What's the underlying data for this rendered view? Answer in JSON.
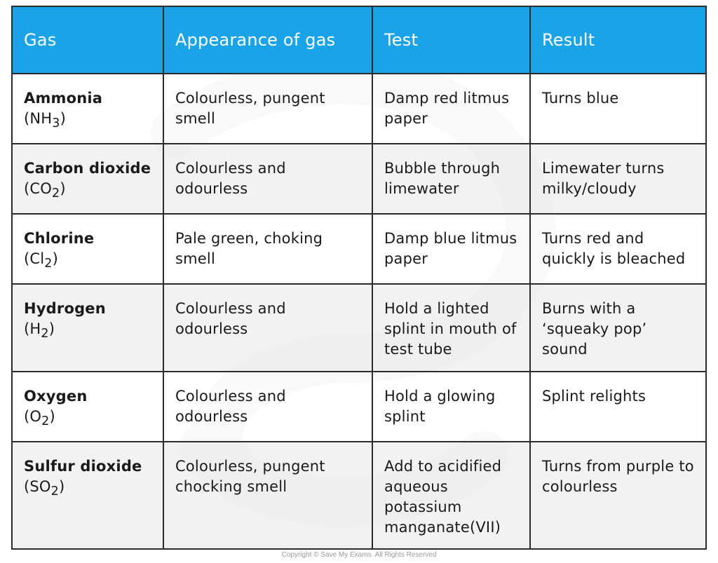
{
  "table": {
    "headers": [
      "Gas",
      "Appearance of gas",
      "Test",
      "Result"
    ],
    "rows": [
      {
        "gas": "Ammonia",
        "formula_base": "(NH",
        "formula_sub": "3",
        "formula_end": ")",
        "appearance": "Colourless, pungent smell",
        "test": "Damp red litmus paper",
        "result": "Turns blue"
      },
      {
        "gas": "Carbon dioxide",
        "formula_base": "(CO",
        "formula_sub": "2",
        "formula_end": ")",
        "appearance": "Colourless and odourless",
        "test": "Bubble through limewater",
        "result": "Limewater turns milky/cloudy"
      },
      {
        "gas": "Chlorine",
        "formula_base": "(Cl",
        "formula_sub": "2",
        "formula_end": ")",
        "appearance": "Pale green, choking smell",
        "test": "Damp blue litmus paper",
        "result": "Turns red and quickly is bleached"
      },
      {
        "gas": "Hydrogen",
        "formula_base": "(H",
        "formula_sub": "2",
        "formula_end": ")",
        "appearance": "Colourless and odourless",
        "test": "Hold a lighted splint in mouth of test tube",
        "result": "Burns with a ‘squeaky pop’ sound"
      },
      {
        "gas": "Oxygen",
        "formula_base": "(O",
        "formula_sub": "2",
        "formula_end": ")",
        "appearance": "Colourless and odourless",
        "test": "Hold a glowing splint",
        "result": "Splint relights"
      },
      {
        "gas": "Sulfur dioxide",
        "formula_base": "(SO",
        "formula_sub": "2",
        "formula_end": ")",
        "appearance": "Colourless, pungent chocking smell",
        "test": "Add to acidified aqueous potassium manganate(VII)",
        "result": "Turns from purple to colourless"
      }
    ]
  },
  "footer": {
    "copyright": "Copyright © Save My Exams. All Rights Reserved"
  },
  "colors": {
    "header_bg": "#1ba3e8",
    "header_text": "#ffffff",
    "border": "#2b2b2b",
    "alt_row": "#eeeeee"
  }
}
